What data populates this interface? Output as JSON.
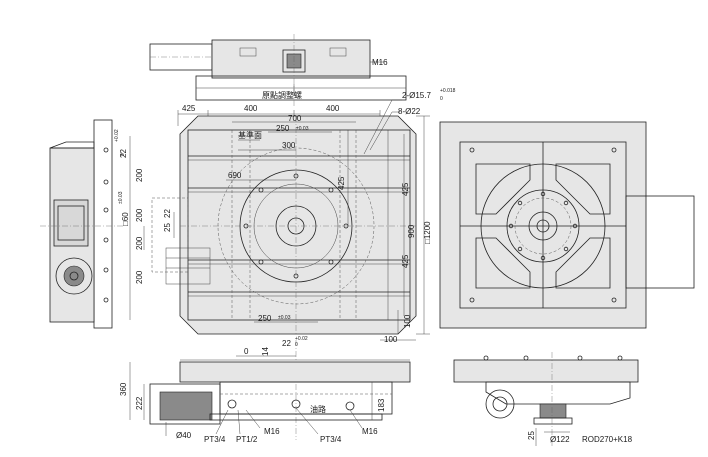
{
  "top_view": {
    "top_labels": [
      "425",
      "400",
      "400"
    ],
    "origin_adjust_label": "原點調整螺",
    "m16_top": "M16",
    "dim_700": "700",
    "dim_250_top": "250",
    "tol_003": "±0.03",
    "reference_face": "基準面",
    "dim_300": "300",
    "dim_690": "690",
    "dim_425_inner": "425",
    "hole_spec_1": "2-Ø15.7",
    "hole_spec_1_tol_upper": "+0.018",
    "hole_spec_1_tol_lower": "0",
    "hole_spec_2": "8-Ø22",
    "dim_425_a": "425",
    "dim_425_b": "425",
    "dim_900": "900",
    "dim_1200": "□1200",
    "dim_250_bottom": "250",
    "dim_100_a": "100",
    "dim_100_b": "100"
  },
  "left_view": {
    "dim_22": "22",
    "tol_002": "+0.02",
    "tol_0": "0",
    "dim_200_a": "200",
    "dim_200_b": "200",
    "dim_200_c": "200",
    "dim_200_d": "200",
    "dim_60": "□60",
    "tol_003": "±0.03",
    "dim_25": "25",
    "dim_22_small": "22"
  },
  "front_view": {
    "dim_0": "0",
    "dim_14": "14",
    "dim_22": "22",
    "tol_002": "+0.02",
    "tol_0": "0",
    "dim_360": "360",
    "dim_222": "222",
    "dim_183": "183",
    "dim_40": "Ø40",
    "pt34_a": "PT3/4",
    "pt12": "PT1/2",
    "m16_a": "M16",
    "pt34_b": "PT3/4",
    "m16_b": "M16",
    "oil_drain": "油路"
  },
  "side_view": {
    "dim_25": "25",
    "dim_122": "Ø122",
    "rod_spec": "ROD270+K18"
  }
}
